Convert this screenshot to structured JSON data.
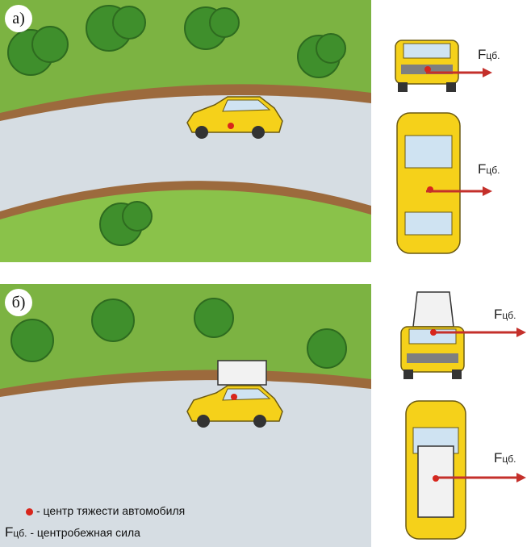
{
  "panels": [
    {
      "label": "а)",
      "roof_load": false
    },
    {
      "label": "б)",
      "roof_load": true
    }
  ],
  "force": {
    "symbol": "F",
    "subscript": "цб."
  },
  "legend": {
    "center_of_gravity": "- центр тяжести автомобиля",
    "force_symbol": "F",
    "force_subscript": "цб.",
    "force_text": " - центробежная сила"
  },
  "colors": {
    "grass": "#7cb342",
    "road": "#d6dde3",
    "road_edge": "#9c6a3d",
    "car": "#f5d11a",
    "force_arrow": "#c4302b",
    "center_of_gravity": "#d8261c"
  }
}
